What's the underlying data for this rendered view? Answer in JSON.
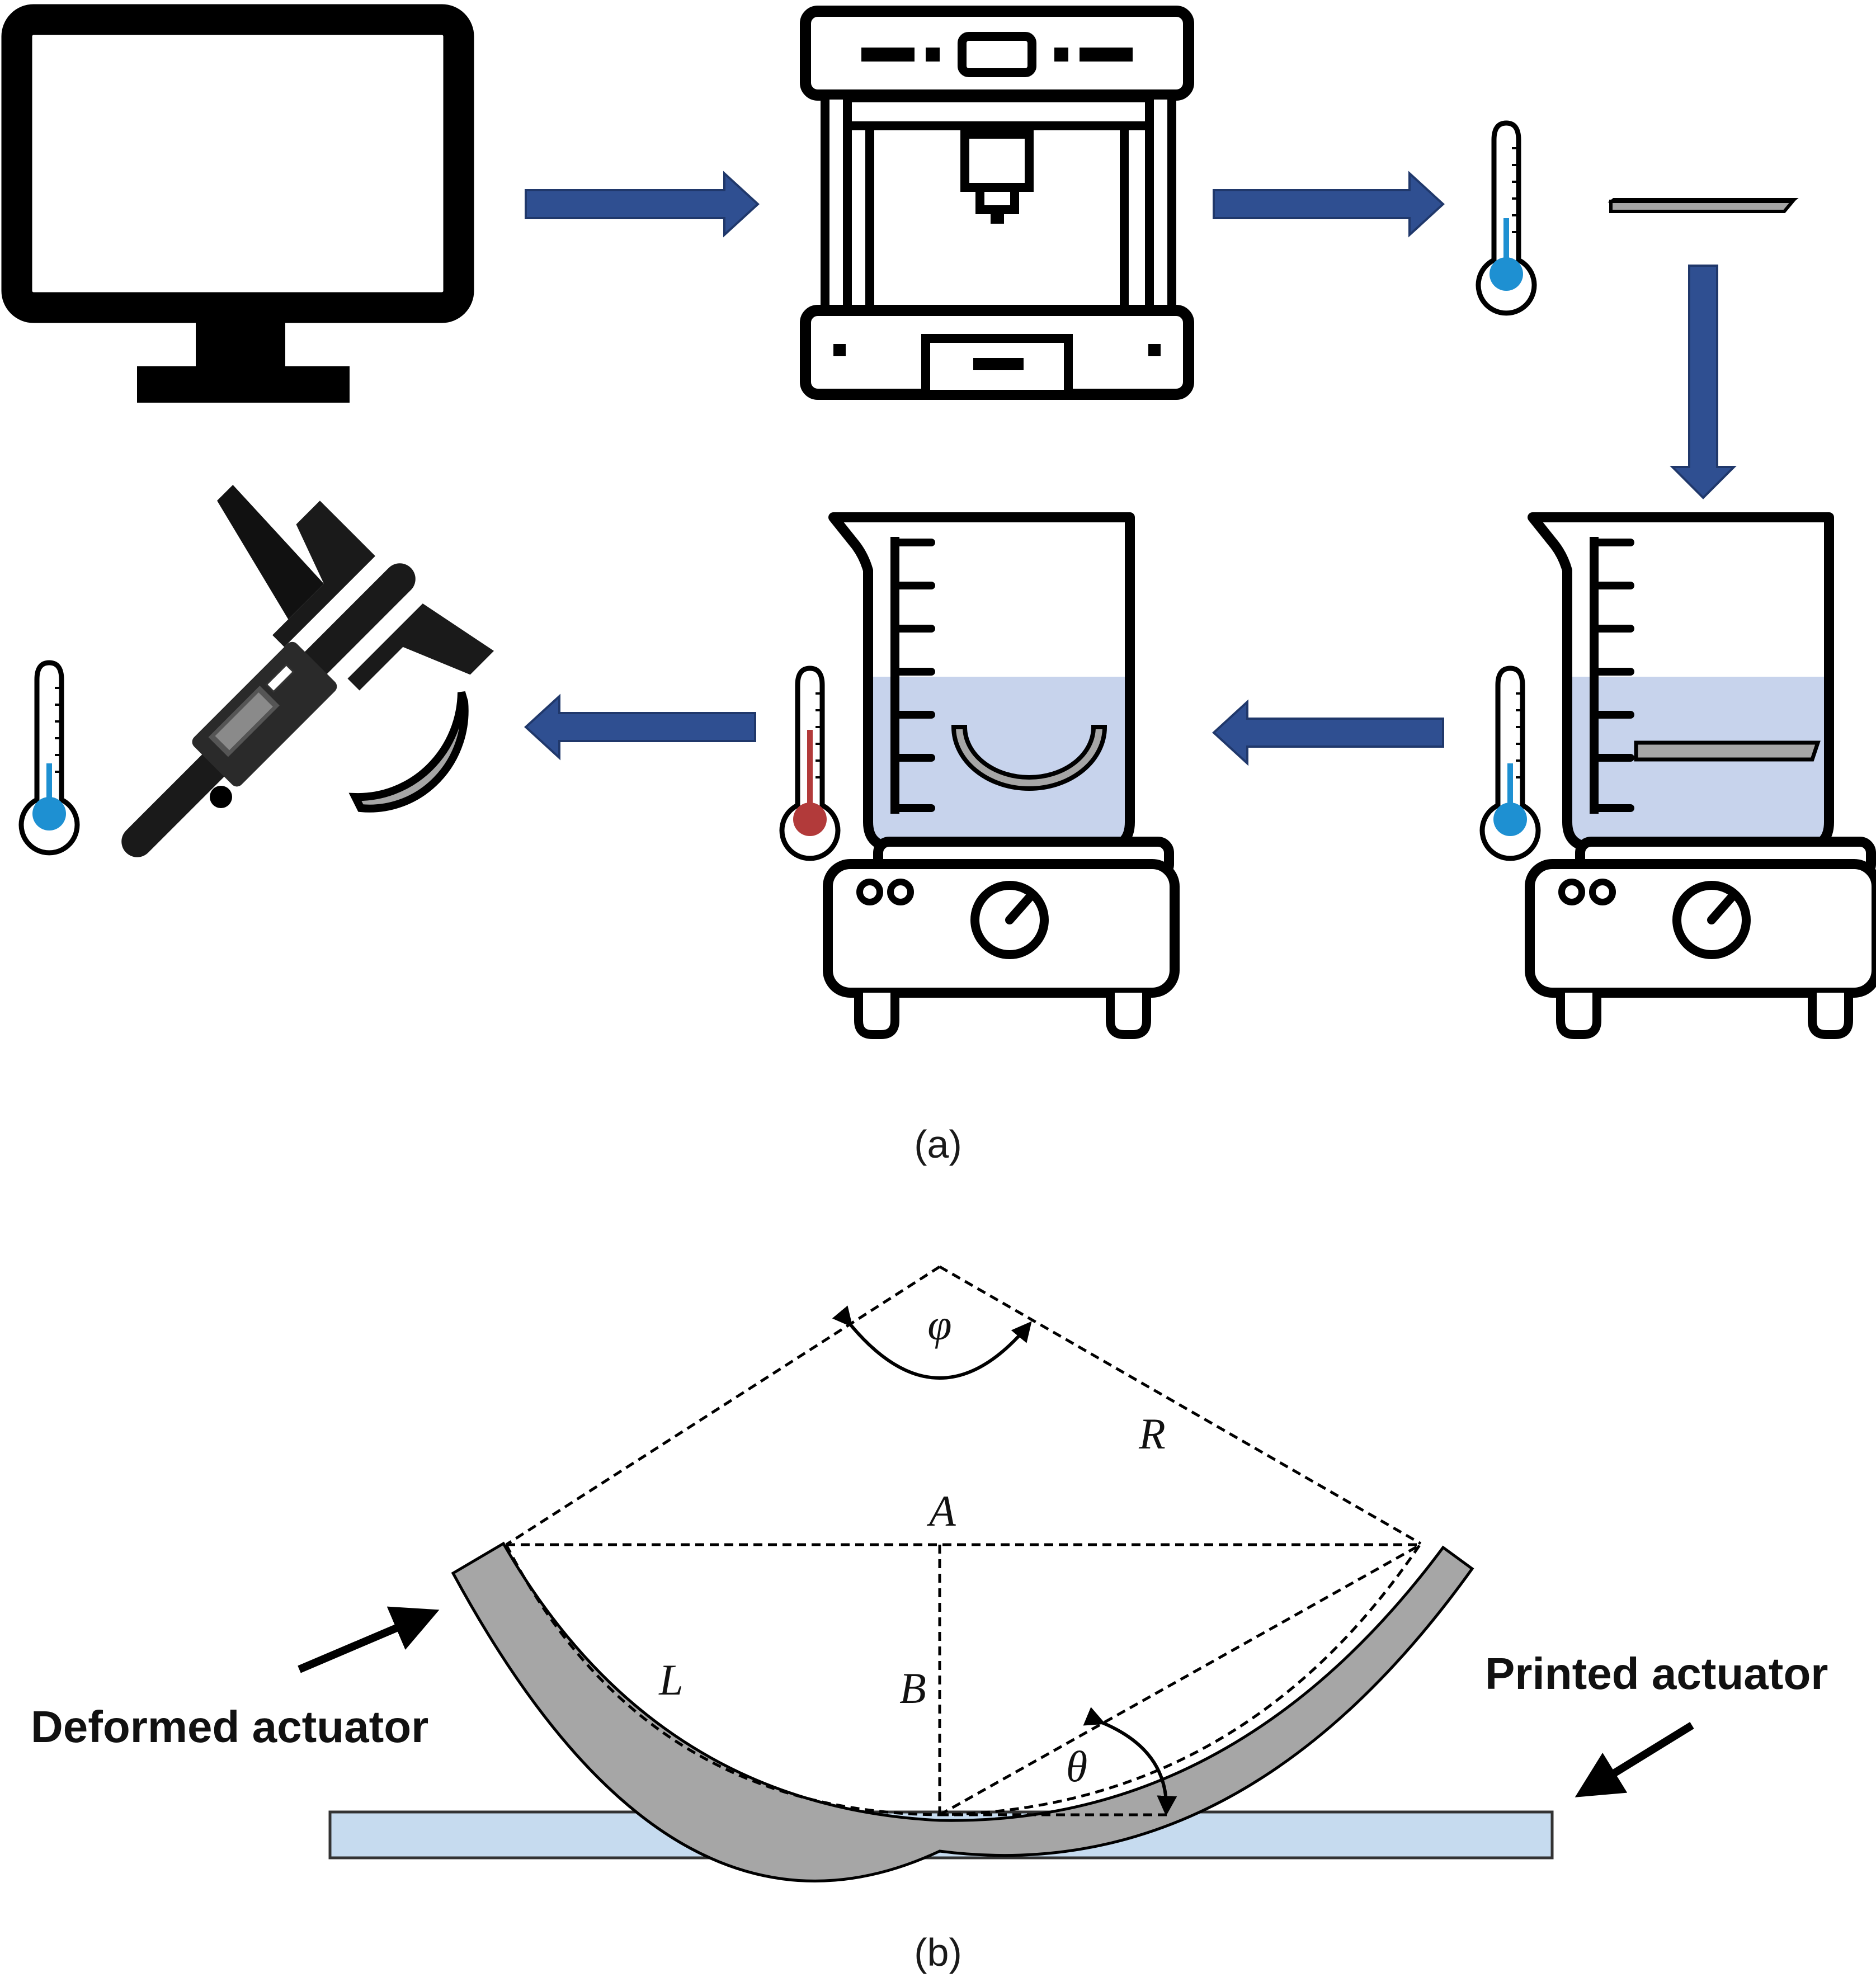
{
  "figure": {
    "panel_a_caption": "(a)",
    "panel_b_caption": "(b)"
  },
  "panel_b": {
    "angle_phi": "φ",
    "radius": "R",
    "chord": "A",
    "arc_length": "L",
    "height": "B",
    "angle_theta": "θ",
    "deformed_label": "Deformed actuator",
    "printed_label": "Printed actuator"
  },
  "colors": {
    "arrow_blue": "#2f4f91",
    "water": "#c7d3ec",
    "thermo_blue": "#1e90d2",
    "thermo_red": "#b23a3a",
    "actuator_gray": "#a6a6a6",
    "substrate": "#c6dbef",
    "outline": "#000000"
  },
  "icons": [
    "computer-monitor-icon",
    "3d-printer-icon",
    "thermometer-cold-icon",
    "printed-strip-icon",
    "beaker-hotplate-icon",
    "thermometer-hot-icon",
    "caliper-icon"
  ]
}
